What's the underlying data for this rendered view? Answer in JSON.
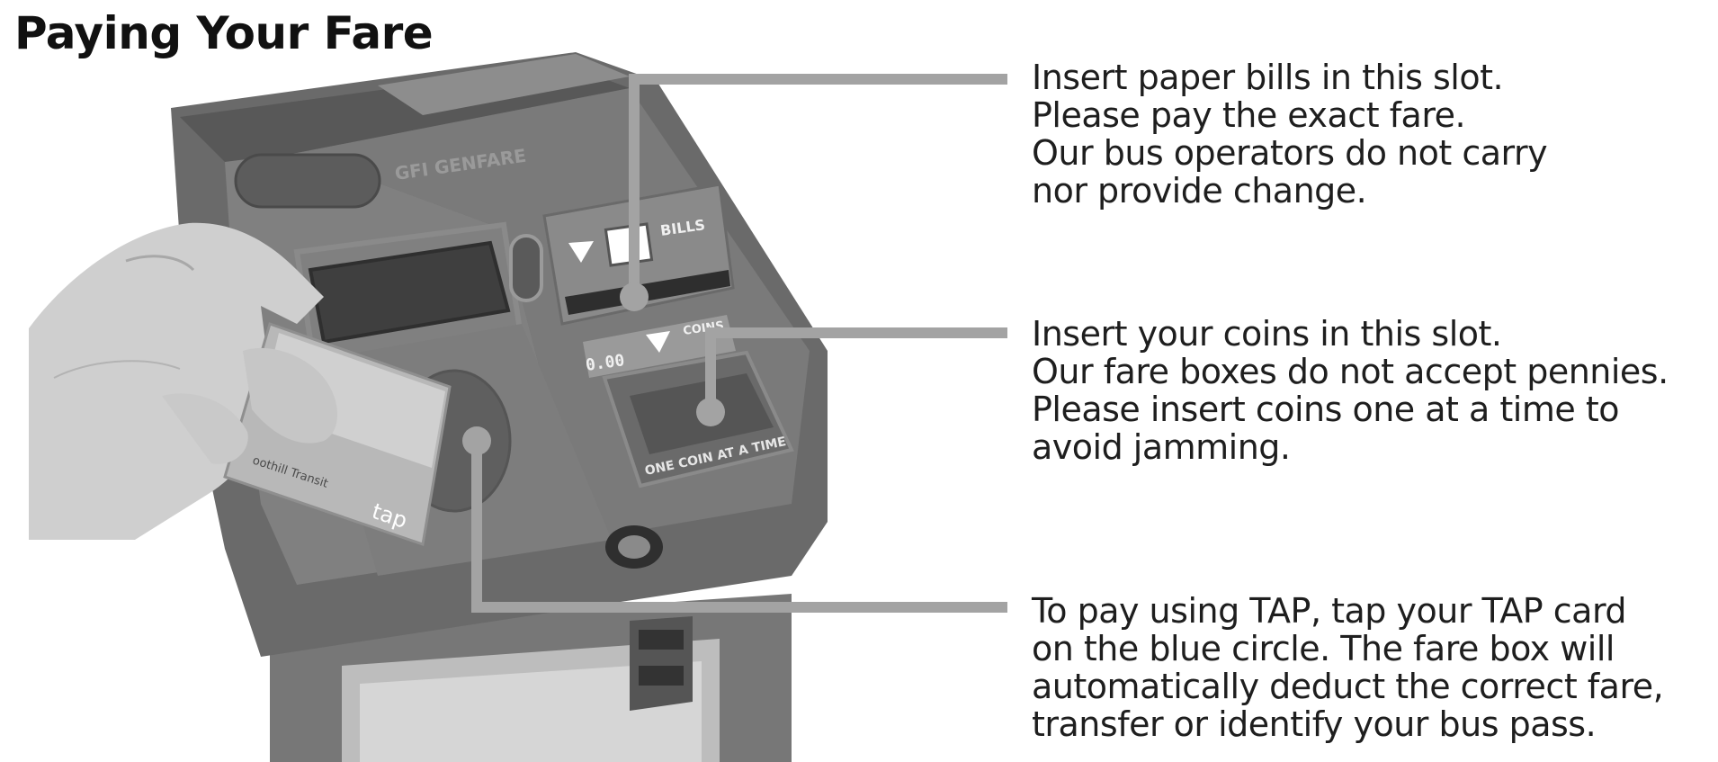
{
  "page": {
    "title": "Paying Your Fare"
  },
  "farebox": {
    "brand_label": "GFI GENFARE",
    "bills_label": "BILLS",
    "coins_label": "COINS",
    "coin_notice": "ONE COIN AT A TIME",
    "coin_readout": "0.00",
    "card_brand": "tap",
    "card_agency": "oothill Transit"
  },
  "callouts": {
    "bills": {
      "lines": [
        "Insert paper bills in this slot.",
        "Please pay the exact fare.",
        "Our bus operators do not carry",
        "nor provide change."
      ]
    },
    "coins": {
      "lines": [
        "Insert your coins in this slot.",
        "Our fare boxes do not accept pennies.",
        "Please insert coins one at a time to",
        "avoid jamming."
      ]
    },
    "tap": {
      "lines": [
        "To pay using TAP, tap your TAP card",
        "on the blue circle. The fare box will",
        "automatically deduct the correct fare,",
        "transfer or identify your bus pass."
      ]
    }
  },
  "colors": {
    "leader_line": "#a3a3a3",
    "machine_body": "#6e6e6e",
    "machine_dark": "#4a4a4a"
  }
}
